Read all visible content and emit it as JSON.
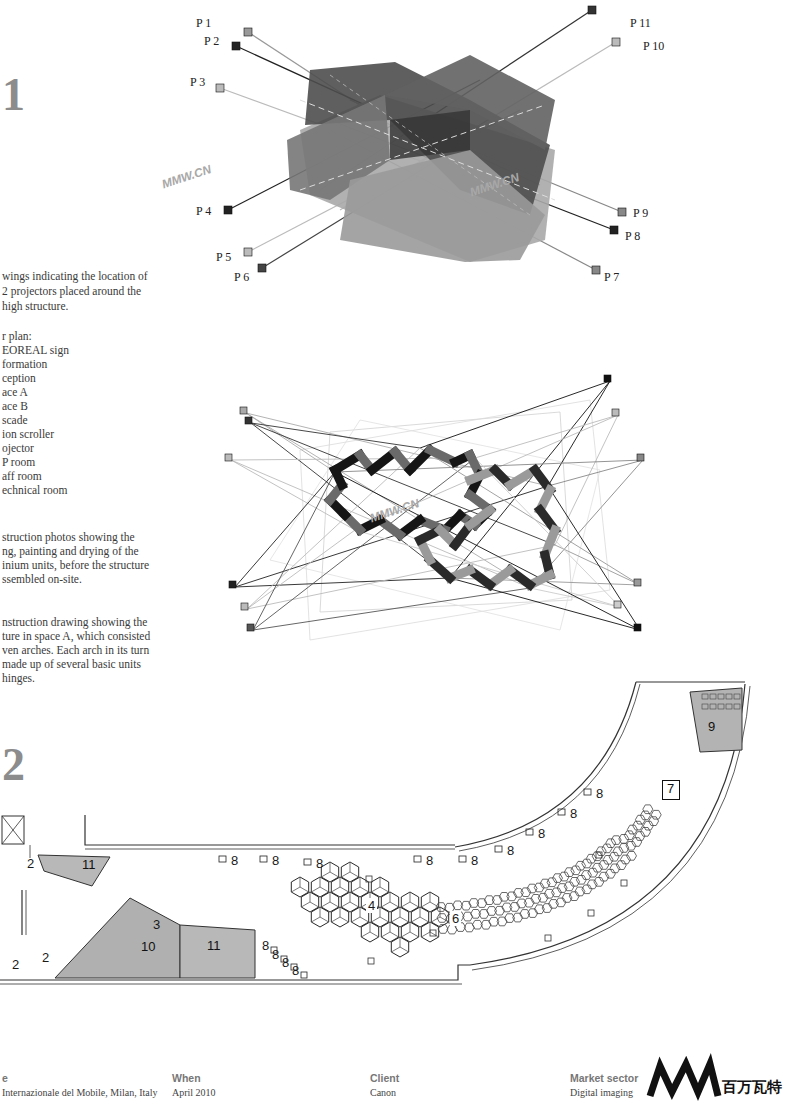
{
  "diagram": {
    "nodes": [
      {
        "text": [
          "9"
        ]
      },
      {
        "text": [
          "7"
        ]
      },
      {
        "text": [
          "11"
        ]
      },
      {
        "text": [
          "10"
        ]
      },
      {
        "text": [
          "11"
        ]
      }
    ],
    "labels": [
      "1",
      "P 1",
      "P 2",
      "P 3",
      "P 11",
      "P 10",
      "P 4",
      "P 9",
      "P 8",
      "P 5",
      "P 6",
      "P 7",
      "wings indicating the location of",
      "2 projectors placed around the",
      "high structure.",
      "r plan:",
      "EOREAL sign",
      "formation",
      "ception",
      "ace A",
      "ace B",
      "scade",
      "ion scroller",
      "ojector",
      "P room",
      "aff room",
      "echnical room",
      "struction photos showing the",
      "ng, painting and drying of the",
      "inium units, before the structure",
      "ssembled on-site.",
      "nstruction drawing showing the",
      "ture in space A, which consisted",
      "ven arches. Each arch in its turn",
      "made up of several basic units",
      "hinges.",
      "2",
      "2",
      "2",
      "2",
      "3",
      "4",
      "6",
      "8",
      "8",
      "8",
      "8",
      "8",
      "8",
      "8",
      "8",
      "8",
      "8",
      "8",
      "8",
      "8",
      "MMW.CN",
      "MMW.CN",
      "MMW.CN",
      "e",
      "Internazionale del Mobile, Milan, Italy",
      "When",
      "April 2010",
      "Client",
      "Canon",
      "Market sector",
      "Digital imaging",
      "百万瓦特"
    ]
  }
}
